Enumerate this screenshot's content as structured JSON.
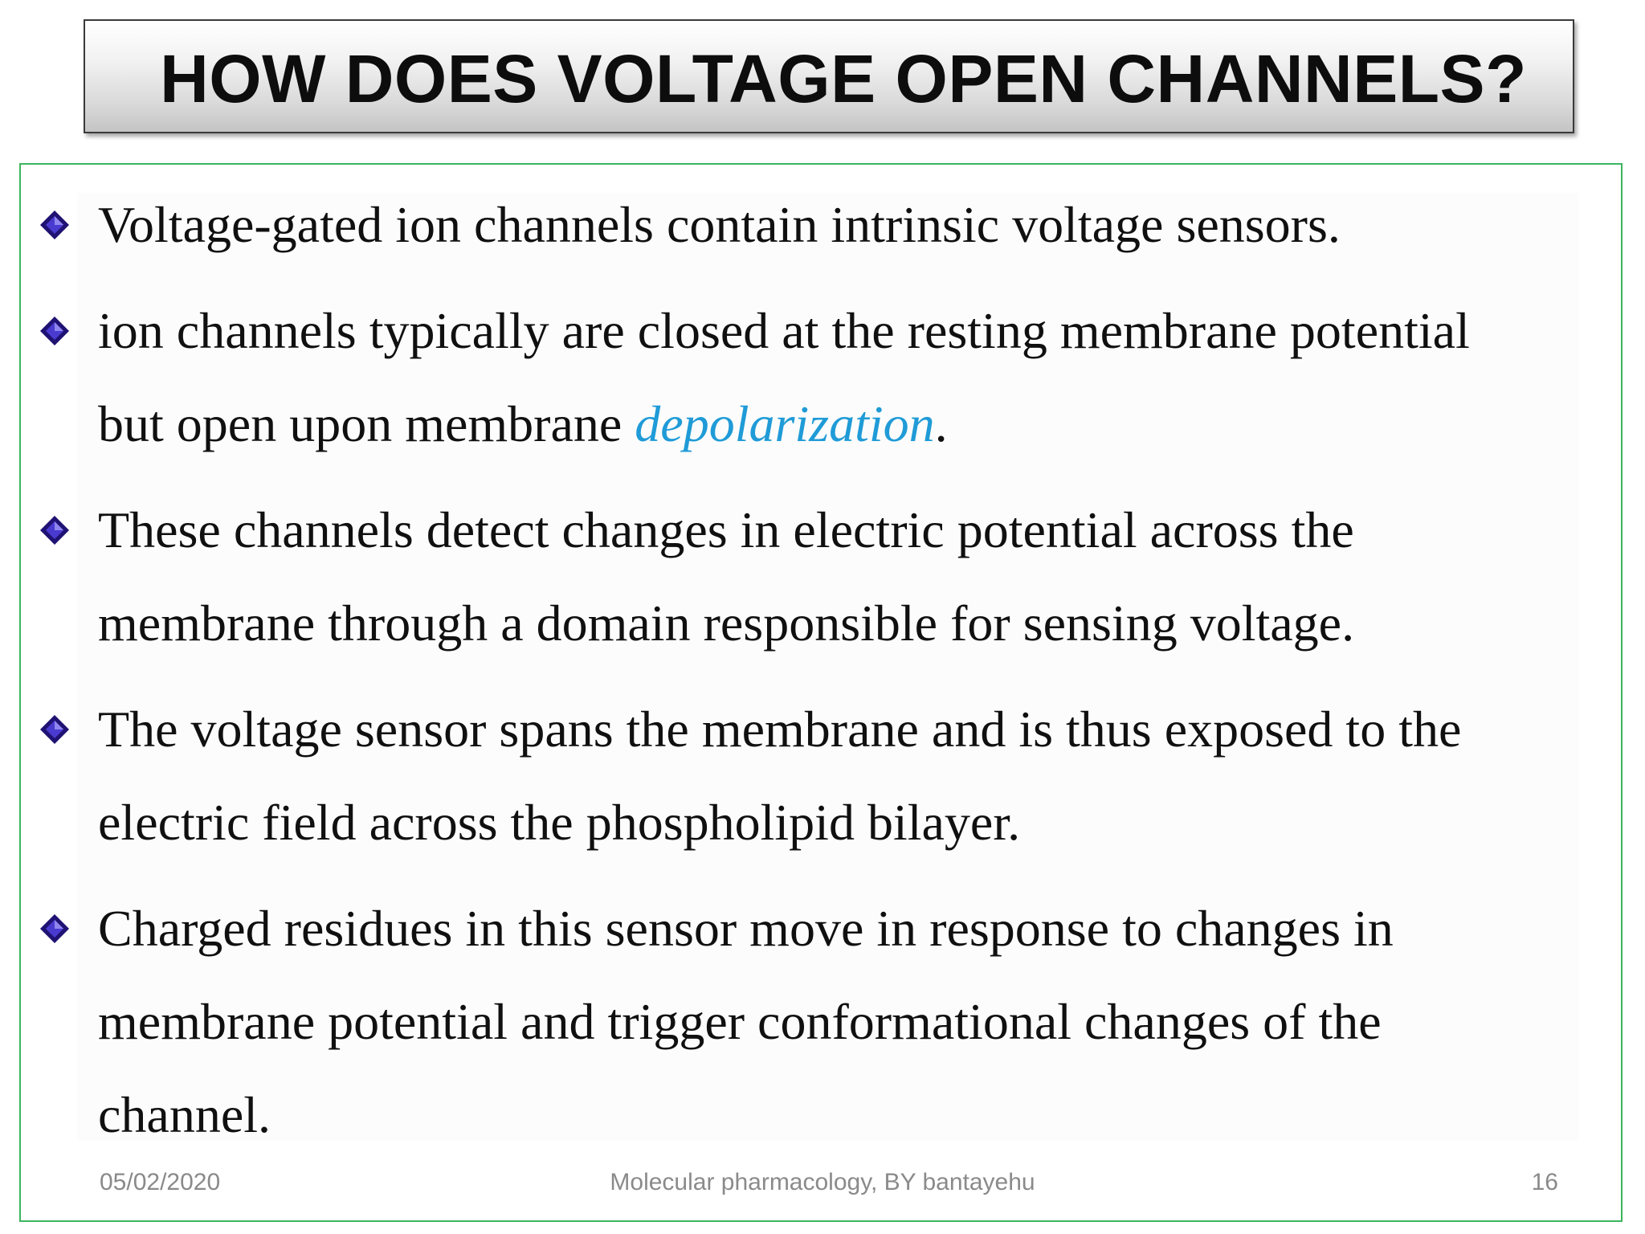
{
  "slide": {
    "title": "HOW DOES VOLTAGE OPEN CHANNELS?",
    "bullet_icon": "diamond-bullet-icon",
    "bullets": [
      {
        "lines": [
          "Voltage-gated ion channels contain intrinsic voltage sensors."
        ]
      },
      {
        "lines": [
          "ion channels typically are closed at the resting membrane potential"
        ],
        "line2_prefix": "but open upon membrane ",
        "line2_emphasis": "depolarization",
        "line2_suffix": "."
      },
      {
        "lines": [
          "These channels detect changes in electric potential across the",
          "membrane through a domain responsible for sensing voltage."
        ]
      },
      {
        "lines": [
          "The voltage sensor spans the membrane and is thus exposed to the",
          "electric field across the phospholipid bilayer."
        ]
      },
      {
        "lines": [
          "Charged residues in this sensor move in response to changes in",
          "membrane potential and trigger conformational changes of the",
          "channel."
        ]
      }
    ],
    "footer": {
      "date": "05/02/2020",
      "center": "Molecular pharmacology, BY bantayehu",
      "page": "16"
    },
    "colors": {
      "emphasis": "#1f9bd7",
      "content_border": "#3cb45f",
      "bullet": "#2a1a8c"
    }
  }
}
